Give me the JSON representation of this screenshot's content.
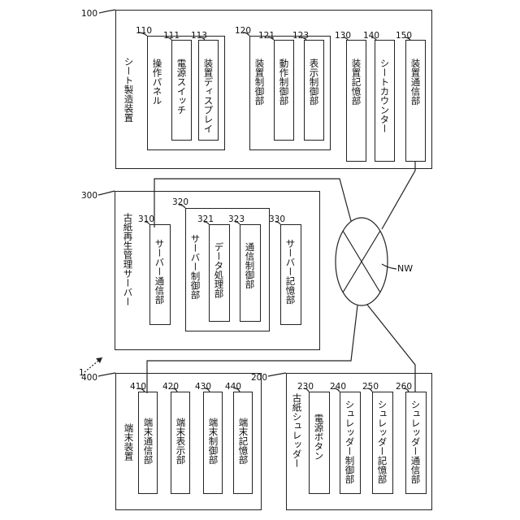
{
  "system_ref": "1",
  "network": {
    "label": "NW"
  },
  "sheet_device": {
    "ref": "100",
    "title": "シート製造装置",
    "operation_panel": {
      "ref": "110",
      "label": "操作パネル"
    },
    "power_switch": {
      "ref": "111",
      "label": "電源スイッチ"
    },
    "device_display": {
      "ref": "113",
      "label": "装置ディスプレイ"
    },
    "device_control_group": {
      "ref": "120",
      "label": "装置制御部"
    },
    "operation_control": {
      "ref": "121",
      "label": "動作制御部"
    },
    "display_control": {
      "ref": "123",
      "label": "表示制御部"
    },
    "device_storage": {
      "ref": "130",
      "label": "装置記憶部"
    },
    "sheet_counter": {
      "ref": "140",
      "label": "シートカウンター"
    },
    "device_comm": {
      "ref": "150",
      "label": "装置通信部"
    }
  },
  "server": {
    "ref": "300",
    "title": "古紙再生管理サーバー",
    "server_comm": {
      "ref": "310",
      "label": "サーバー通信部"
    },
    "server_control": {
      "ref": "320",
      "label": "サーバー制御部"
    },
    "data_processing": {
      "ref": "321",
      "label": "データ処理部"
    },
    "comm_control": {
      "ref": "323",
      "label": "通信制御部"
    },
    "server_storage": {
      "ref": "330",
      "label": "サーバー記憶部"
    }
  },
  "terminal": {
    "ref": "400",
    "title": "端末装置",
    "terminal_comm": {
      "ref": "410",
      "label": "端末通信部"
    },
    "terminal_display": {
      "ref": "420",
      "label": "端末表示部"
    },
    "terminal_control": {
      "ref": "430",
      "label": "端末制御部"
    },
    "terminal_storage": {
      "ref": "440",
      "label": "端末記憶部"
    }
  },
  "shredder": {
    "ref": "200",
    "title": "古紙シュレッダー",
    "power_button": {
      "ref": "230",
      "label": "電源ボタン"
    },
    "shredder_control": {
      "ref": "240",
      "label": "シュレッダー制御部"
    },
    "shredder_storage": {
      "ref": "250",
      "label": "シュレッダー記憶部"
    },
    "shredder_comm": {
      "ref": "260",
      "label": "シュレッダー通信部"
    }
  }
}
